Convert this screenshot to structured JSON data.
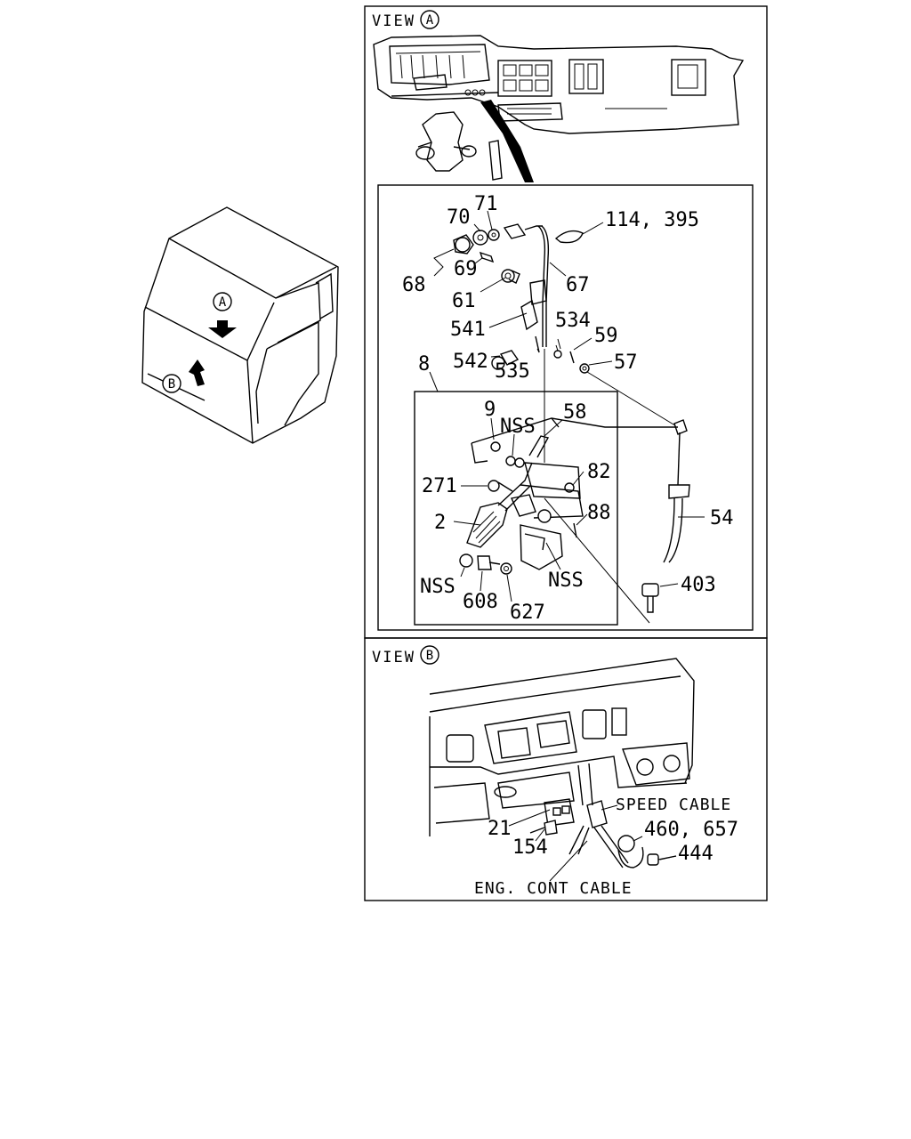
{
  "views": {
    "view_a_title": "VIEW",
    "view_a_marker": "A",
    "view_b_title": "VIEW",
    "view_b_marker": "B"
  },
  "cab": {
    "marker_a": "A",
    "marker_b": "B"
  },
  "part_labels": {
    "p70": "70",
    "p71": "71",
    "p114_395": "114, 395",
    "p68": "68",
    "p69": "69",
    "p61": "61",
    "p67": "67",
    "p541": "541",
    "p534": "534",
    "p542": "542",
    "p535": "535",
    "p59": "59",
    "p57": "57",
    "p8": "8",
    "p9": "9",
    "nss_top": "NSS",
    "p58": "58",
    "p82": "82",
    "p271": "271",
    "p2": "2",
    "p88": "88",
    "p54": "54",
    "nss_left": "NSS",
    "nss_right": "NSS",
    "p608": "608",
    "p627": "627",
    "p403": "403",
    "speed_cable": "SPEED CABLE",
    "p21": "21",
    "p460_657": "460, 657",
    "p154": "154",
    "p444": "444",
    "eng_cont_cable": "ENG. CONT CABLE"
  }
}
